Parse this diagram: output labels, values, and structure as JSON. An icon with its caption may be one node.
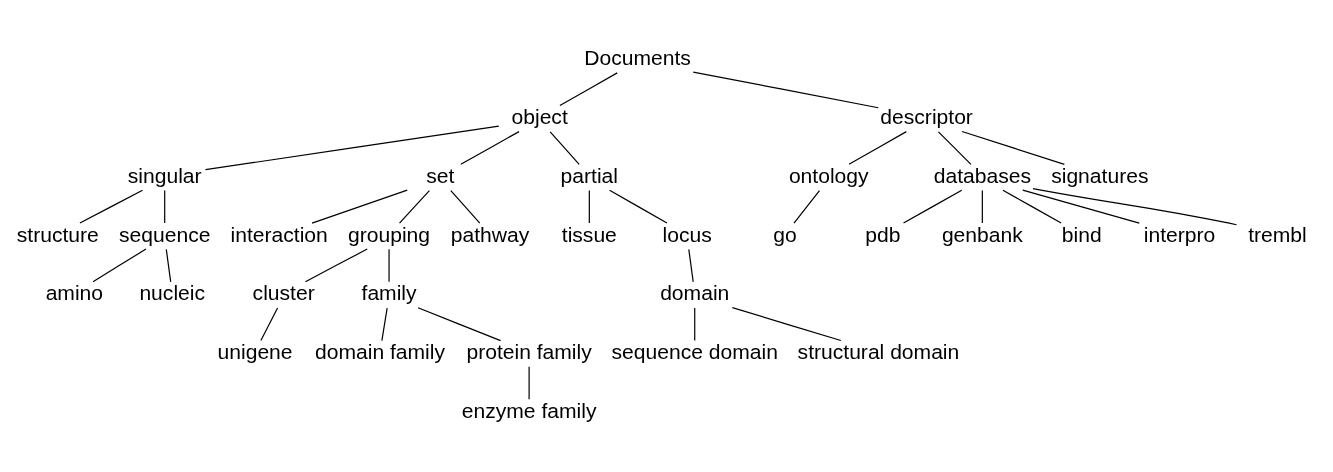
{
  "diagram": {
    "nodes": [
      {
        "text": [
          "Documents"
        ]
      },
      {
        "text": [
          "object"
        ]
      },
      {
        "text": [
          "descriptor"
        ]
      },
      {
        "text": [
          "singular"
        ]
      },
      {
        "text": [
          "set"
        ]
      },
      {
        "text": [
          "partial"
        ]
      },
      {
        "text": [
          "structure"
        ]
      },
      {
        "text": [
          "sequence"
        ]
      },
      {
        "text": [
          "amino"
        ]
      },
      {
        "text": [
          "nucleic"
        ]
      },
      {
        "text": [
          "interaction"
        ]
      },
      {
        "text": [
          "grouping"
        ]
      },
      {
        "text": [
          "pathway"
        ]
      },
      {
        "text": [
          "cluster"
        ]
      },
      {
        "text": [
          "family"
        ]
      },
      {
        "text": [
          "unigene"
        ]
      },
      {
        "text": [
          "domain family"
        ]
      },
      {
        "text": [
          "protein family"
        ]
      },
      {
        "text": [
          "enzyme family"
        ]
      },
      {
        "text": [
          "tissue"
        ]
      },
      {
        "text": [
          "locus"
        ]
      },
      {
        "text": [
          "domain"
        ]
      },
      {
        "text": [
          "sequence domain"
        ]
      },
      {
        "text": [
          "structural domain"
        ]
      },
      {
        "text": [
          "ontology"
        ]
      },
      {
        "text": [
          "databases"
        ]
      },
      {
        "text": [
          "signatures"
        ]
      },
      {
        "text": [
          "go"
        ]
      },
      {
        "text": [
          "pdb"
        ]
      },
      {
        "text": [
          "genbank"
        ]
      },
      {
        "text": [
          "bind"
        ]
      },
      {
        "text": [
          "interpro"
        ]
      },
      {
        "text": [
          "trembl"
        ]
      }
    ],
    "edges": [
      {
        "from": 0,
        "to": 1,
        "arrow": "none"
      },
      {
        "from": 0,
        "to": 2,
        "arrow": "none"
      },
      {
        "from": 1,
        "to": 3,
        "arrow": "none"
      },
      {
        "from": 1,
        "to": 4,
        "arrow": "none"
      },
      {
        "from": 1,
        "to": 5,
        "arrow": "none"
      },
      {
        "from": 3,
        "to": 6,
        "arrow": "none"
      },
      {
        "from": 3,
        "to": 7,
        "arrow": "none"
      },
      {
        "from": 7,
        "to": 8,
        "arrow": "none"
      },
      {
        "from": 7,
        "to": 9,
        "arrow": "none"
      },
      {
        "from": 4,
        "to": 10,
        "arrow": "none"
      },
      {
        "from": 4,
        "to": 11,
        "arrow": "none"
      },
      {
        "from": 4,
        "to": 12,
        "arrow": "none"
      },
      {
        "from": 11,
        "to": 13,
        "arrow": "none"
      },
      {
        "from": 11,
        "to": 14,
        "arrow": "none"
      },
      {
        "from": 13,
        "to": 15,
        "arrow": "none"
      },
      {
        "from": 14,
        "to": 16,
        "arrow": "none"
      },
      {
        "from": 14,
        "to": 17,
        "arrow": "none"
      },
      {
        "from": 17,
        "to": 18,
        "arrow": "none"
      },
      {
        "from": 5,
        "to": 19,
        "arrow": "none"
      },
      {
        "from": 5,
        "to": 20,
        "arrow": "none"
      },
      {
        "from": 20,
        "to": 21,
        "arrow": "none"
      },
      {
        "from": 21,
        "to": 22,
        "arrow": "none"
      },
      {
        "from": 21,
        "to": 23,
        "arrow": "none"
      },
      {
        "from": 2,
        "to": 24,
        "arrow": "none"
      },
      {
        "from": 2,
        "to": 25,
        "arrow": "none"
      },
      {
        "from": 2,
        "to": 26,
        "arrow": "none"
      },
      {
        "from": 24,
        "to": 27,
        "arrow": "none"
      },
      {
        "from": 25,
        "to": 28,
        "arrow": "none"
      },
      {
        "from": 25,
        "to": 29,
        "arrow": "none"
      },
      {
        "from": 25,
        "to": 30,
        "arrow": "none"
      },
      {
        "from": 25,
        "to": 31,
        "arrow": "none"
      },
      {
        "from": 25,
        "to": 32,
        "arrow": "none"
      }
    ]
  }
}
